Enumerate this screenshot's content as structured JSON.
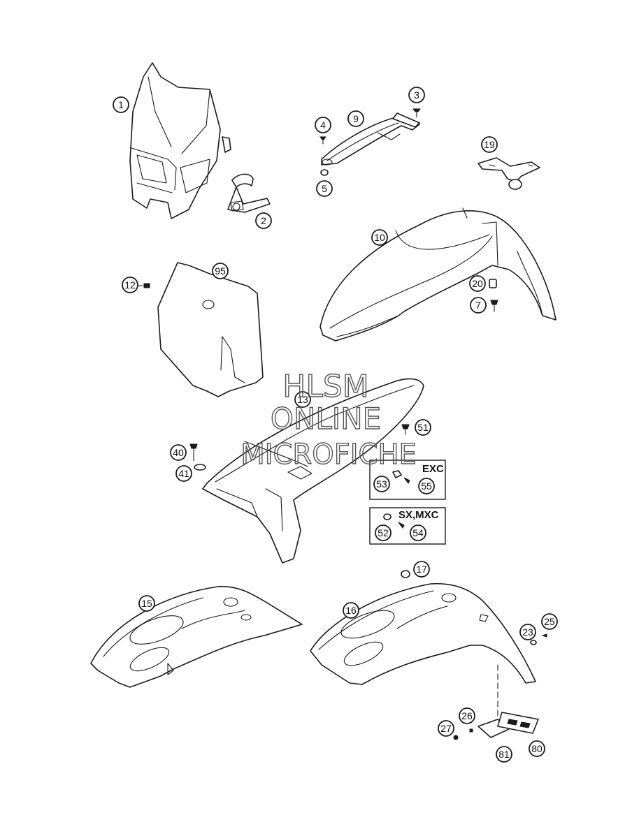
{
  "callouts": {
    "c1": "1",
    "c2": "2",
    "c3": "3",
    "c4": "4",
    "c5": "5",
    "c7": "7",
    "c9": "9",
    "c10": "10",
    "c12": "12",
    "c13": "13",
    "c15": "15",
    "c16": "16",
    "c17": "17",
    "c19": "19",
    "c20": "20",
    "c23": "23",
    "c25": "25",
    "c26": "26",
    "c27": "27",
    "c40": "40",
    "c41": "41",
    "c51": "51",
    "c52": "52",
    "c53": "53",
    "c54": "54",
    "c55": "55",
    "c80": "80",
    "c81": "81",
    "c95": "95"
  },
  "boxes": {
    "exc_title": "EXC",
    "sx_mxc_title": "SX,MXC"
  },
  "watermark": {
    "line1": "HLSM",
    "line2": "ONLINE",
    "line3": "MICROFICHE"
  }
}
